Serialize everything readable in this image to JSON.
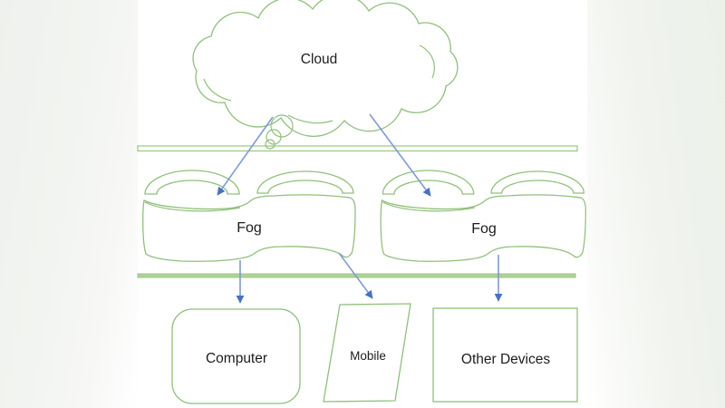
{
  "diagram": {
    "kind": "fog-computing-architecture",
    "tiers": [
      "cloud-tier",
      "fog-tier",
      "device-tier"
    ],
    "nodes": {
      "cloud": {
        "label": "Cloud",
        "shape": "cloud-callout"
      },
      "fog_left": {
        "label": "Fog",
        "shape": "fog-bank"
      },
      "fog_right": {
        "label": "Fog",
        "shape": "fog-bank"
      },
      "computer": {
        "label": "Computer",
        "shape": "rounded-rectangle"
      },
      "mobile": {
        "label": "Mobile",
        "shape": "parallelogram"
      },
      "other_devices": {
        "label": "Other Devices",
        "shape": "rectangle"
      }
    },
    "edges": [
      {
        "from": "cloud",
        "to": "fog_left"
      },
      {
        "from": "cloud",
        "to": "fog_right"
      },
      {
        "from": "fog_left",
        "to": "computer"
      },
      {
        "from": "fog_left",
        "to": "mobile"
      },
      {
        "from": "fog_right",
        "to": "other_devices"
      }
    ],
    "colors": {
      "shape_outline_green": "#90c07a",
      "divider_fill_green": "#aed495",
      "arrow_line_blue": "#7e9ad8",
      "arrow_head_blue": "#4472c4",
      "label_text": "#1c1c1c",
      "canvas_white": "#ffffff",
      "margin_gray_green": "#eff1ee"
    }
  }
}
